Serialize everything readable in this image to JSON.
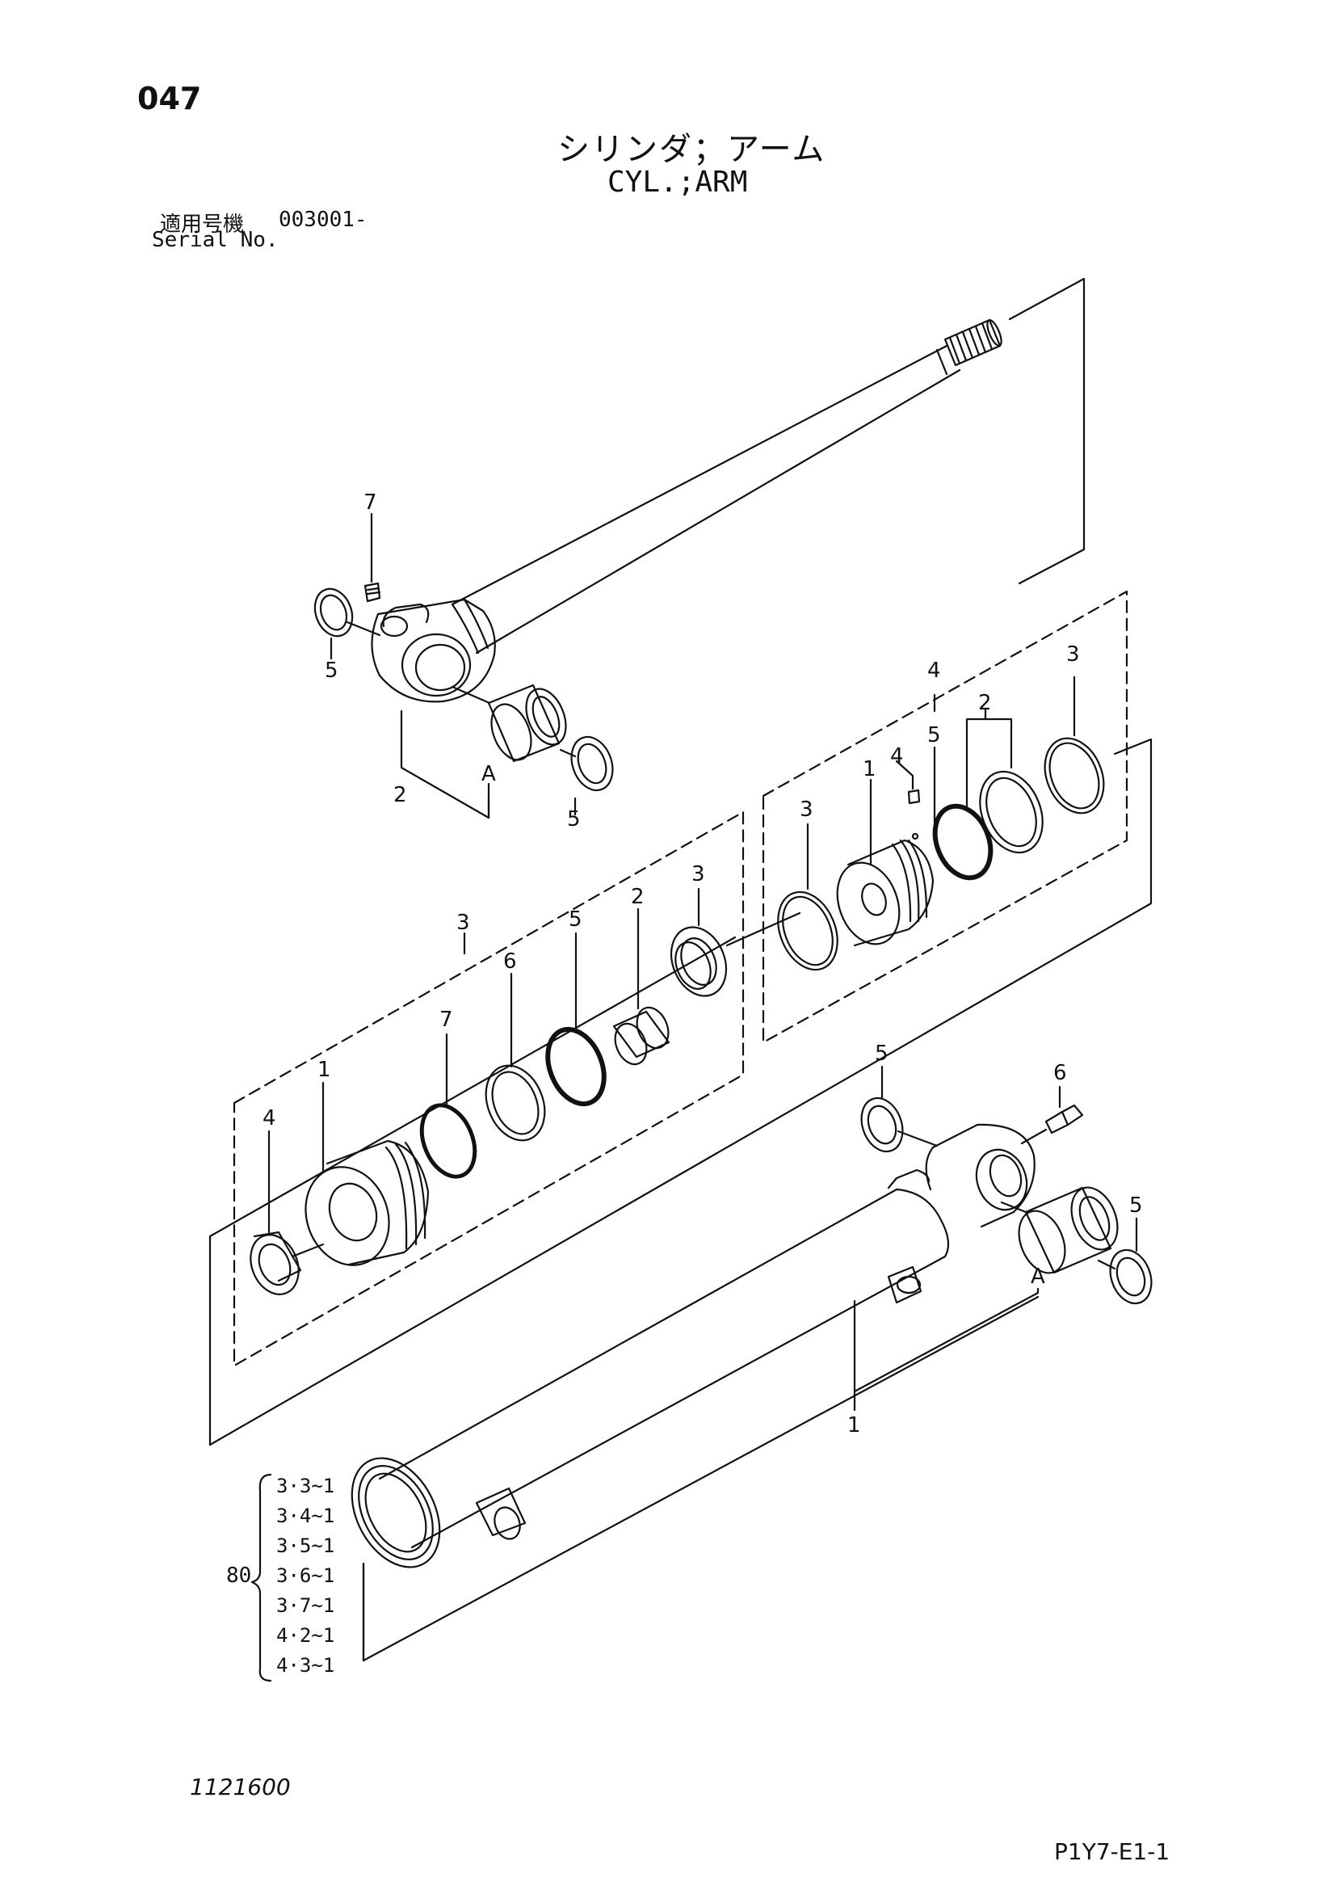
{
  "page": {
    "number": "047",
    "title_ja": "シリンダ；アーム",
    "title_en": "CYL.;ARM",
    "serial_label_ja": "適用号機",
    "serial_value": "003001-",
    "serial_label_en": "Serial No.",
    "drawing_number": "1121600",
    "sheet_code": "P1Y7-E1-1"
  },
  "kit": {
    "quantity_label": "80",
    "items": [
      "3·3~1",
      "3·4~1",
      "3·5~1",
      "3·6~1",
      "3·7~1",
      "4·2~1",
      "4·3~1"
    ]
  },
  "callouts": {
    "rod_grease_nipple": "7",
    "rod_seal_left": "5",
    "rod_bushing_group": "2",
    "rod_bushing_ref": "A",
    "rod_seal_right": "5",
    "piston_group": "4",
    "piston_ring_right": "3",
    "piston_seal_pair": "2",
    "piston_backup": "5",
    "piston_setscrew": "4",
    "piston_body": "1",
    "piston_ring_left": "3",
    "head_group": "3",
    "head_ring": "3",
    "head_bushing": "2",
    "head_oring": "5",
    "head_backup": "6",
    "head_oring_small": "7",
    "head_body": "1",
    "head_wiper": "4",
    "tube_seal_left": "5",
    "tube_grease_fitting": "6",
    "tube_seal_right": "5",
    "tube_bushing_ref": "A",
    "tube_body": "1"
  }
}
